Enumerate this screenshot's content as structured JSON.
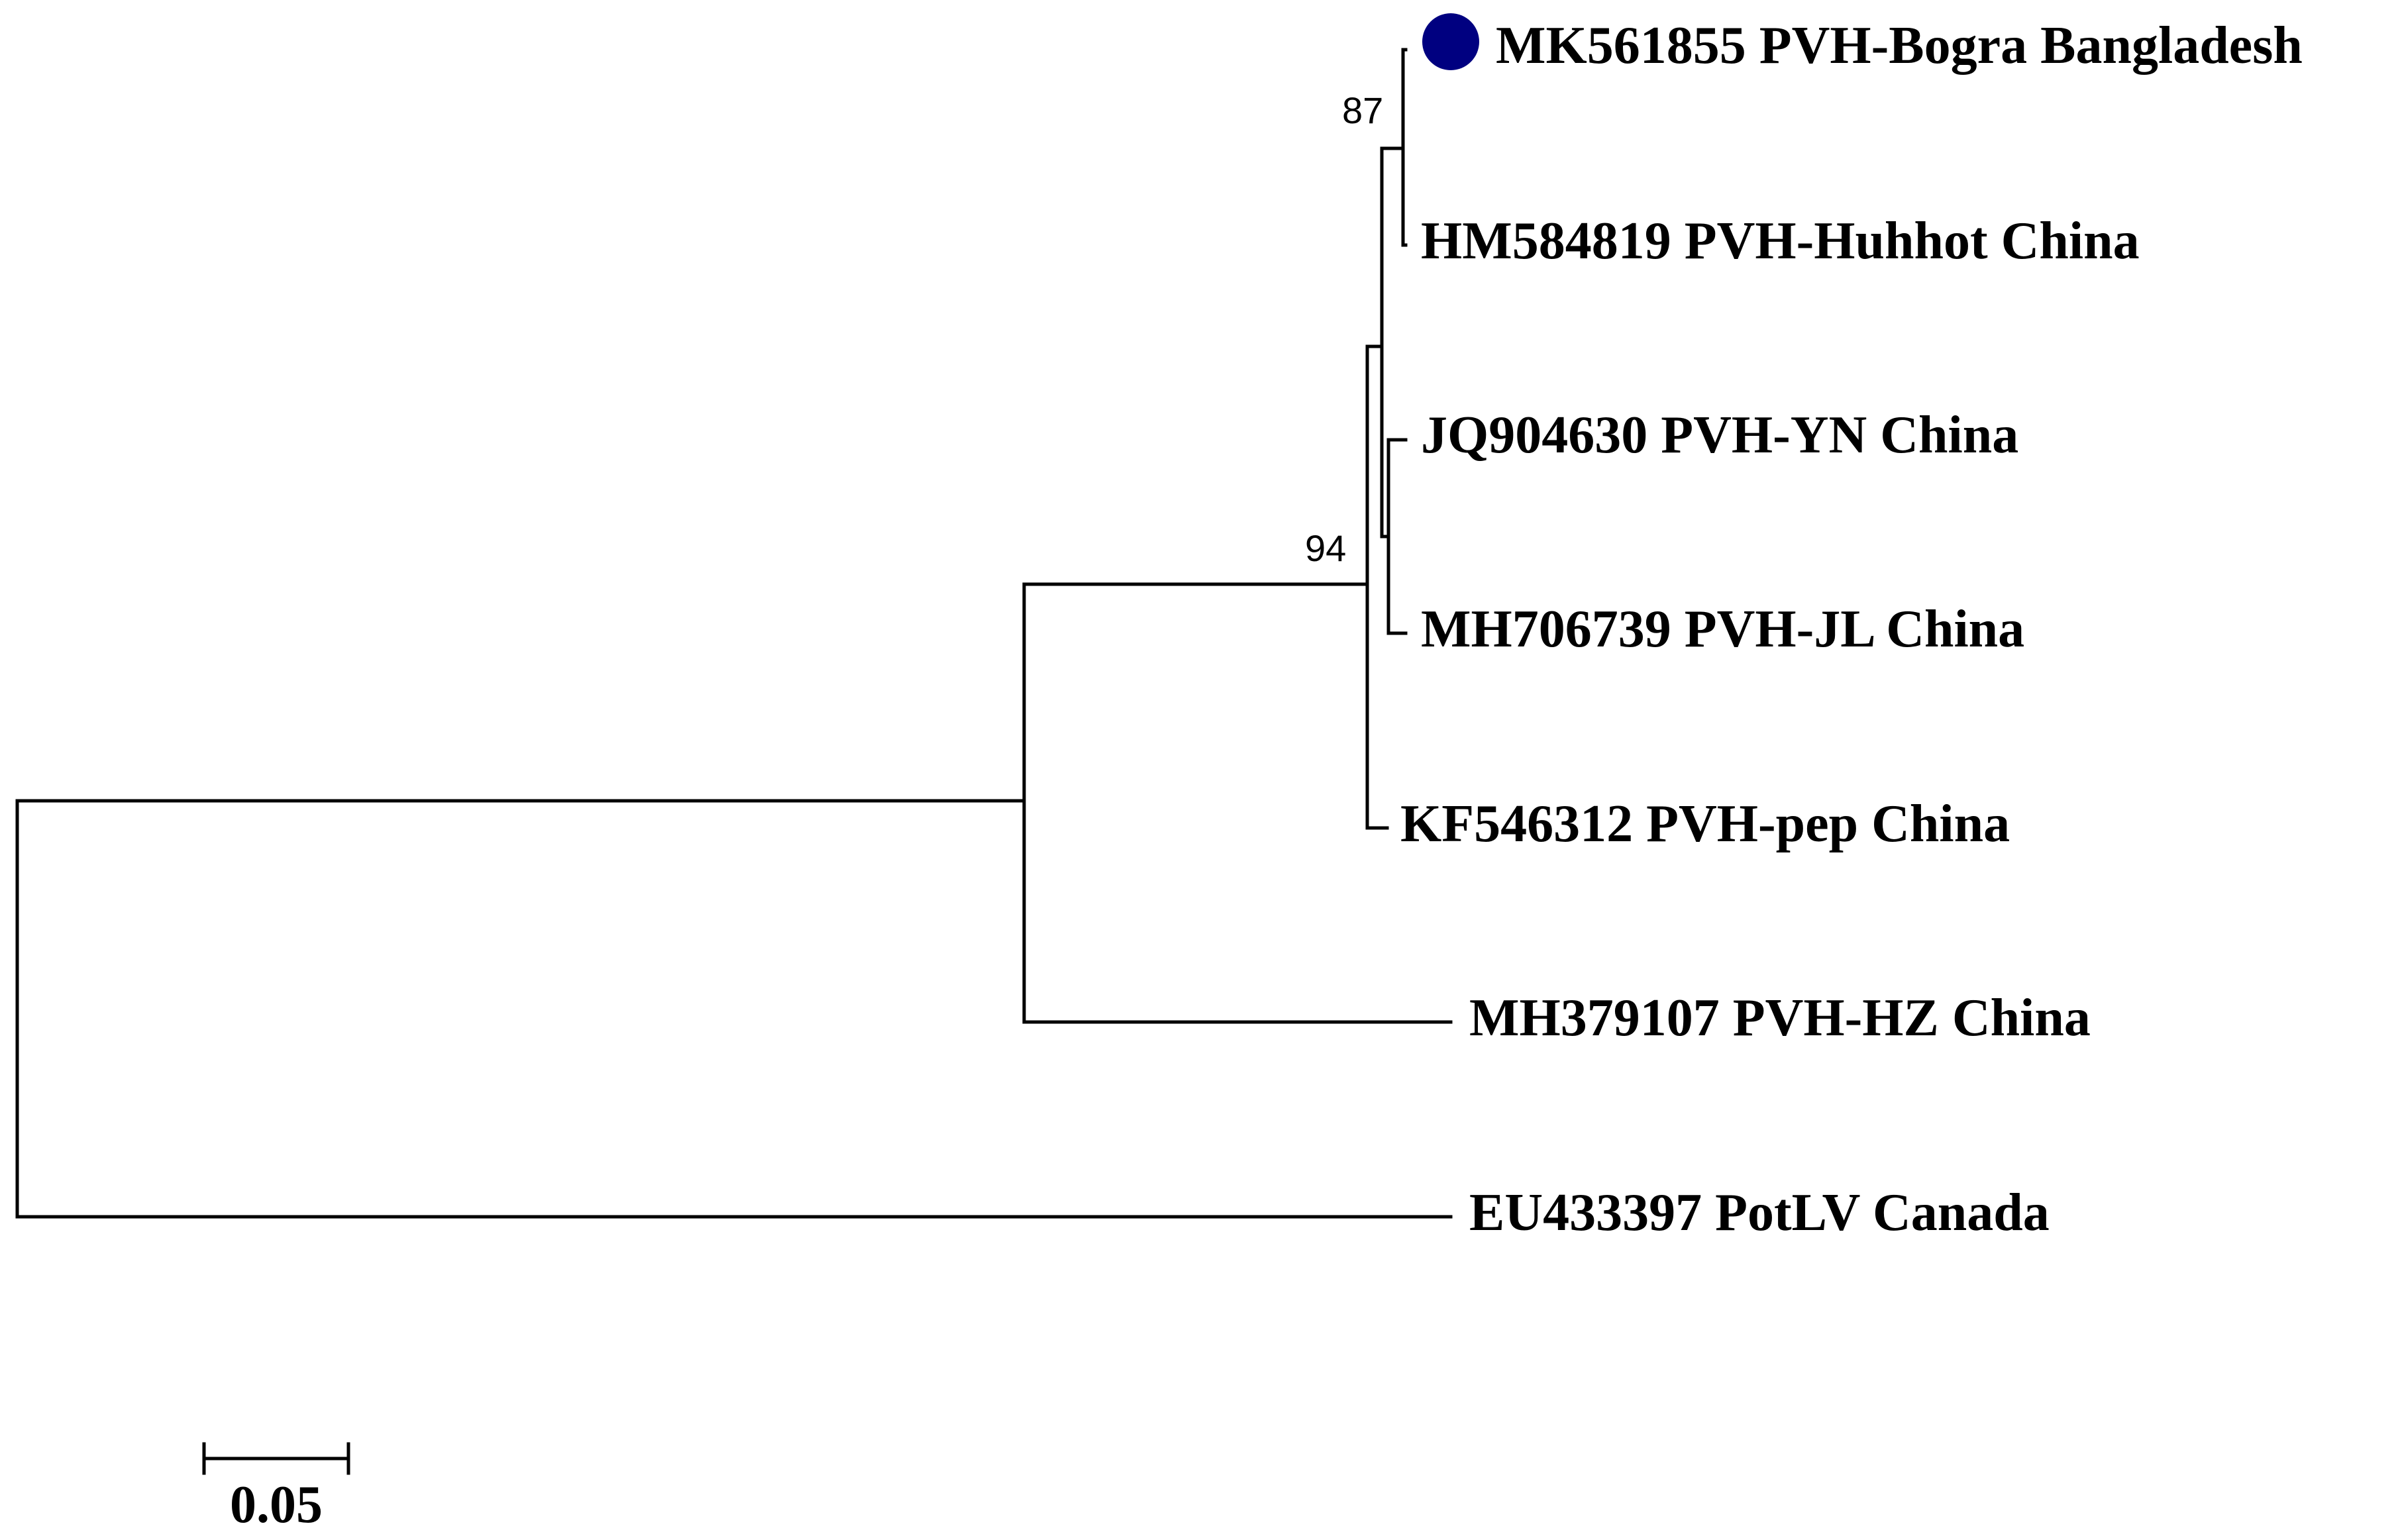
{
  "tree": {
    "taxa": [
      {
        "id": "bogra",
        "label": "MK561855 PVH-Bogra Bangladesh",
        "highlighted": true
      },
      {
        "id": "huhhot",
        "label": "HM584819 PVH-Huhhot China",
        "highlighted": false
      },
      {
        "id": "yn",
        "label": "JQ904630 PVH-YN China",
        "highlighted": false
      },
      {
        "id": "jl",
        "label": "MH706739 PVH-JL China",
        "highlighted": false
      },
      {
        "id": "pep",
        "label": "KF546312 PVH-pep China",
        "highlighted": false
      },
      {
        "id": "hz",
        "label": "MH379107 PVH-HZ China",
        "highlighted": false
      },
      {
        "id": "potlv",
        "label": "EU433397 PotLV Canada",
        "highlighted": false
      }
    ],
    "bootstrap": [
      {
        "id": "node-bogra-huhhot",
        "value": "87"
      },
      {
        "id": "node-pvh-clade",
        "value": "94"
      }
    ],
    "scale_bar": {
      "label": "0.05",
      "value": 0.05
    },
    "marker": {
      "shape": "circle",
      "color": "#000080",
      "taxon": "bogra"
    }
  }
}
